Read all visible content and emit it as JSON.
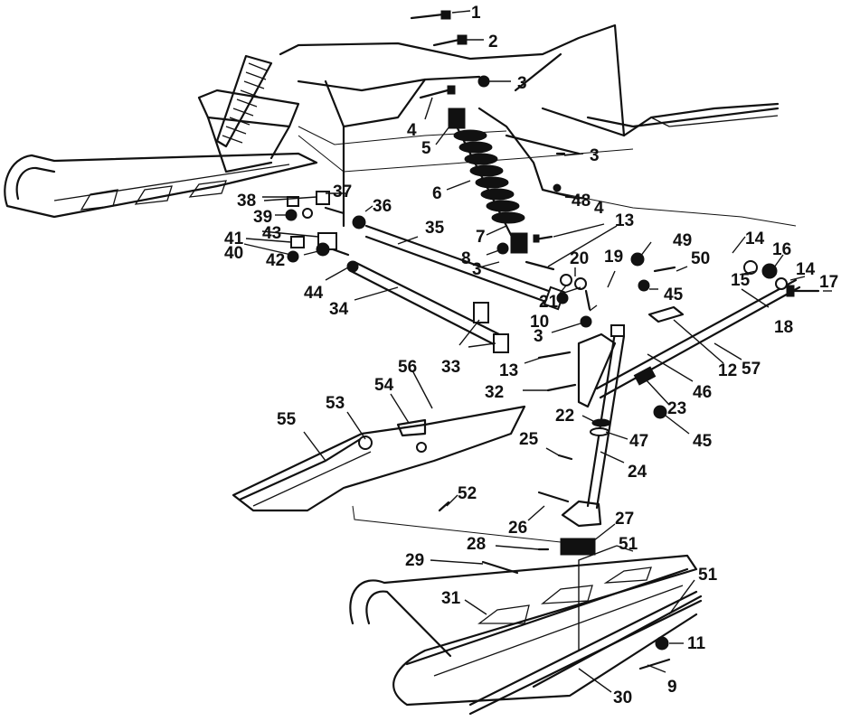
{
  "callouts": [
    {
      "id": "c1",
      "label": "1"
    },
    {
      "id": "c2",
      "label": "2"
    },
    {
      "id": "c3a",
      "label": "3"
    },
    {
      "id": "c4a",
      "label": "4"
    },
    {
      "id": "c5",
      "label": "5"
    },
    {
      "id": "c3b",
      "label": "3"
    },
    {
      "id": "c6",
      "label": "6"
    },
    {
      "id": "c48",
      "label": "48"
    },
    {
      "id": "c4b",
      "label": "4"
    },
    {
      "id": "c13a",
      "label": "13"
    },
    {
      "id": "c7",
      "label": "7"
    },
    {
      "id": "c8",
      "label": "8"
    },
    {
      "id": "c3c",
      "label": "3"
    },
    {
      "id": "c38",
      "label": "38"
    },
    {
      "id": "c37",
      "label": "37"
    },
    {
      "id": "c39",
      "label": "39"
    },
    {
      "id": "c36",
      "label": "36"
    },
    {
      "id": "c41",
      "label": "41"
    },
    {
      "id": "c43",
      "label": "43"
    },
    {
      "id": "c40",
      "label": "40"
    },
    {
      "id": "c42",
      "label": "42"
    },
    {
      "id": "c44",
      "label": "44"
    },
    {
      "id": "c35",
      "label": "35"
    },
    {
      "id": "c34",
      "label": "34"
    },
    {
      "id": "c49",
      "label": "49"
    },
    {
      "id": "c50",
      "label": "50"
    },
    {
      "id": "c14a",
      "label": "14"
    },
    {
      "id": "c16",
      "label": "16"
    },
    {
      "id": "c14b",
      "label": "14"
    },
    {
      "id": "c15",
      "label": "15"
    },
    {
      "id": "c17",
      "label": "17"
    },
    {
      "id": "c20",
      "label": "20"
    },
    {
      "id": "c19",
      "label": "19"
    },
    {
      "id": "c45a",
      "label": "45"
    },
    {
      "id": "c21",
      "label": "21"
    },
    {
      "id": "c10",
      "label": "10"
    },
    {
      "id": "c18",
      "label": "18"
    },
    {
      "id": "c3d",
      "label": "3"
    },
    {
      "id": "c33",
      "label": "33"
    },
    {
      "id": "c13b",
      "label": "13"
    },
    {
      "id": "c12",
      "label": "12"
    },
    {
      "id": "c57",
      "label": "57"
    },
    {
      "id": "c32",
      "label": "32"
    },
    {
      "id": "c23",
      "label": "23"
    },
    {
      "id": "c46",
      "label": "46"
    },
    {
      "id": "c56",
      "label": "56"
    },
    {
      "id": "c54",
      "label": "54"
    },
    {
      "id": "c53",
      "label": "53"
    },
    {
      "id": "c55",
      "label": "55"
    },
    {
      "id": "c22",
      "label": "22"
    },
    {
      "id": "c47",
      "label": "47"
    },
    {
      "id": "c45b",
      "label": "45"
    },
    {
      "id": "c25",
      "label": "25"
    },
    {
      "id": "c24",
      "label": "24"
    },
    {
      "id": "c52",
      "label": "52"
    },
    {
      "id": "c26",
      "label": "26"
    },
    {
      "id": "c27",
      "label": "27"
    },
    {
      "id": "c28",
      "label": "28"
    },
    {
      "id": "c51a",
      "label": "51"
    },
    {
      "id": "c29",
      "label": "29"
    },
    {
      "id": "c51b",
      "label": "51"
    },
    {
      "id": "c31",
      "label": "31"
    },
    {
      "id": "c11",
      "label": "11"
    },
    {
      "id": "c9",
      "label": "9"
    },
    {
      "id": "c30",
      "label": "30"
    }
  ]
}
